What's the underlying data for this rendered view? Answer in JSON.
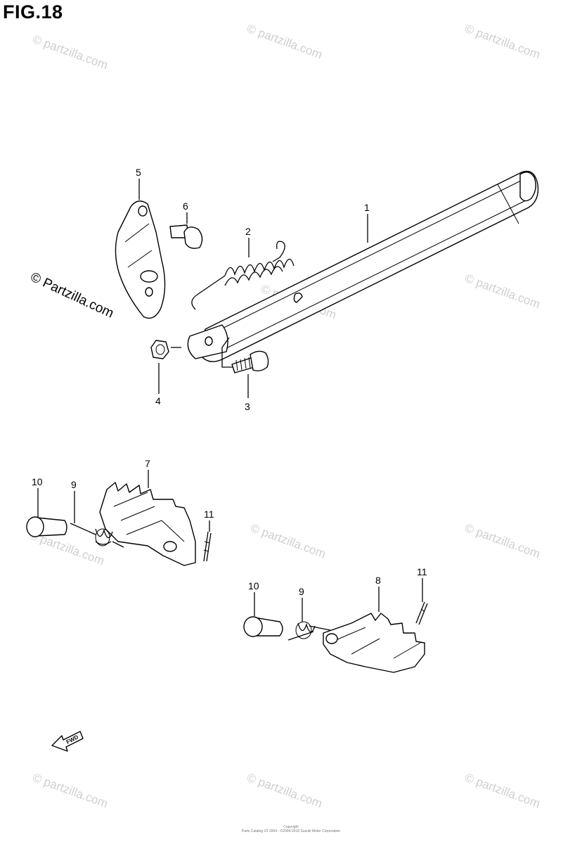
{
  "figure": {
    "title": "FIG.18"
  },
  "watermark": {
    "text": "© partzilla.com",
    "primary_text": "© Partzilla.com",
    "color": "#cfcfcf"
  },
  "copyright": {
    "line1": "Copyright",
    "line2": "Parts Catalog V2 2004 - ©2004-2010 Suzuki Motor Corporation"
  },
  "fwd_label": "FWD",
  "callouts": [
    {
      "id": "callout-1",
      "number": "1"
    },
    {
      "id": "callout-2",
      "number": "2"
    },
    {
      "id": "callout-3",
      "number": "3"
    },
    {
      "id": "callout-4",
      "number": "4"
    },
    {
      "id": "callout-5",
      "number": "5"
    },
    {
      "id": "callout-6",
      "number": "6"
    },
    {
      "id": "callout-7",
      "number": "7"
    },
    {
      "id": "callout-8",
      "number": "8"
    },
    {
      "id": "callout-9a",
      "number": "9"
    },
    {
      "id": "callout-9b",
      "number": "9"
    },
    {
      "id": "callout-10a",
      "number": "10"
    },
    {
      "id": "callout-10b",
      "number": "10"
    },
    {
      "id": "callout-11a",
      "number": "11"
    },
    {
      "id": "callout-11b",
      "number": "11"
    }
  ]
}
